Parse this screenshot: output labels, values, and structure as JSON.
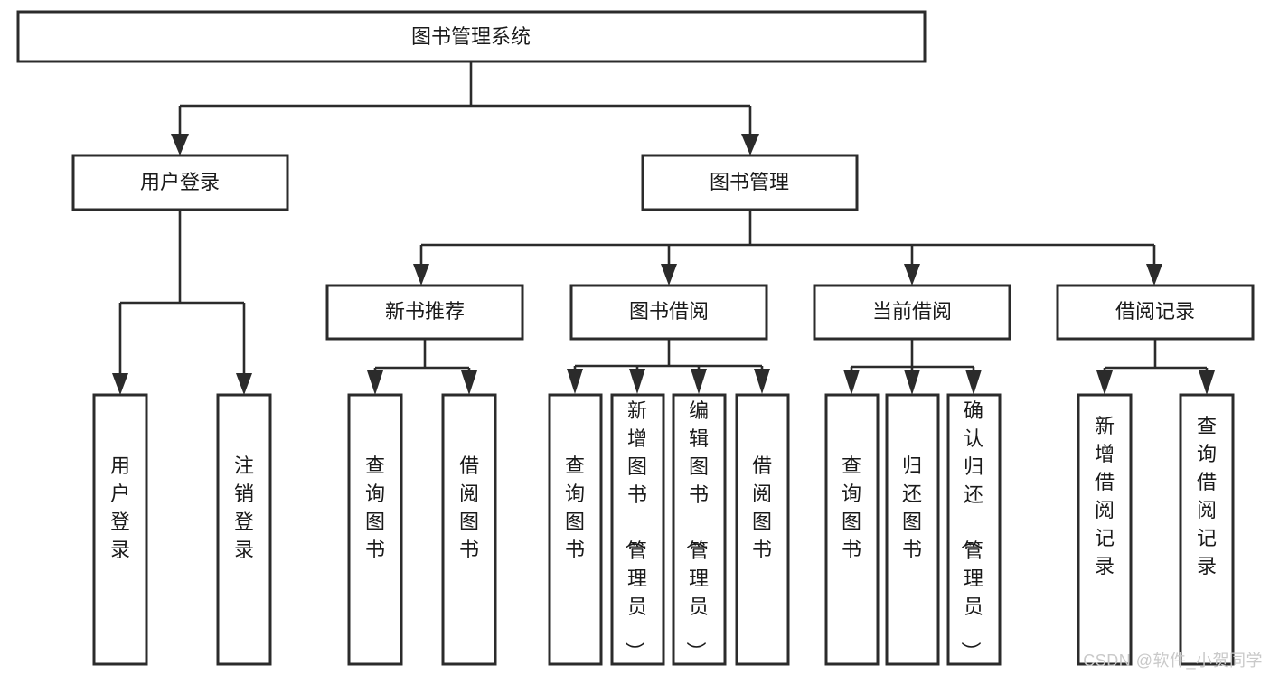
{
  "diagram": {
    "title": "图书管理系统",
    "type": "tree-hierarchy",
    "orientation": "top-down",
    "root": {
      "id": "root",
      "label": "图书管理系统",
      "text_direction": "horizontal"
    },
    "level2": [
      {
        "id": "user-login",
        "label": "用户登录",
        "text_direction": "horizontal"
      },
      {
        "id": "book-management",
        "label": "图书管理",
        "text_direction": "horizontal"
      }
    ],
    "level3": [
      {
        "id": "new-book-recommend",
        "label": "新书推荐",
        "text_direction": "horizontal",
        "parent": "book-management"
      },
      {
        "id": "book-borrow",
        "label": "图书借阅",
        "text_direction": "horizontal",
        "parent": "book-management"
      },
      {
        "id": "current-borrow",
        "label": "当前借阅",
        "text_direction": "horizontal",
        "parent": "book-management"
      },
      {
        "id": "borrow-record",
        "label": "借阅记录",
        "text_direction": "horizontal",
        "parent": "book-management"
      }
    ],
    "leaves": [
      {
        "id": "leaf-user-login",
        "label": "用户登录",
        "text_direction": "vertical",
        "parent": "user-login"
      },
      {
        "id": "leaf-user-logout",
        "label": "注销登录",
        "text_direction": "vertical",
        "parent": "user-login"
      },
      {
        "id": "leaf-query-book-1",
        "label": "查询图书",
        "text_direction": "vertical",
        "parent": "new-book-recommend"
      },
      {
        "id": "leaf-borrow-book-1",
        "label": "借阅图书",
        "text_direction": "vertical",
        "parent": "new-book-recommend"
      },
      {
        "id": "leaf-query-book-2",
        "label": "查询图书",
        "text_direction": "vertical",
        "parent": "book-borrow"
      },
      {
        "id": "leaf-add-book",
        "label": "新增图书（管理员）",
        "text_direction": "vertical",
        "parent": "book-borrow"
      },
      {
        "id": "leaf-edit-book",
        "label": "编辑图书（管理员）",
        "text_direction": "vertical",
        "parent": "book-borrow"
      },
      {
        "id": "leaf-borrow-book-2",
        "label": "借阅图书",
        "text_direction": "vertical",
        "parent": "book-borrow"
      },
      {
        "id": "leaf-query-book-3",
        "label": "查询图书",
        "text_direction": "vertical",
        "parent": "current-borrow"
      },
      {
        "id": "leaf-return-book",
        "label": "归还图书",
        "text_direction": "vertical",
        "parent": "current-borrow"
      },
      {
        "id": "leaf-confirm-return",
        "label": "确认归还（管理员）",
        "text_direction": "vertical",
        "parent": "current-borrow"
      },
      {
        "id": "leaf-add-record",
        "label": "新增借阅记录",
        "text_direction": "vertical",
        "parent": "borrow-record"
      },
      {
        "id": "leaf-query-record",
        "label": "查询借阅记录",
        "text_direction": "vertical",
        "parent": "borrow-record"
      }
    ]
  },
  "watermark": {
    "text": "CSDN @软件_小贺同学"
  },
  "colors": {
    "box_stroke": "#2b2b2b",
    "box_fill": "#ffffff",
    "text": "#1a1a1a",
    "edge": "#2b2b2b",
    "watermark": "#c9c9c9",
    "background": "#ffffff"
  }
}
